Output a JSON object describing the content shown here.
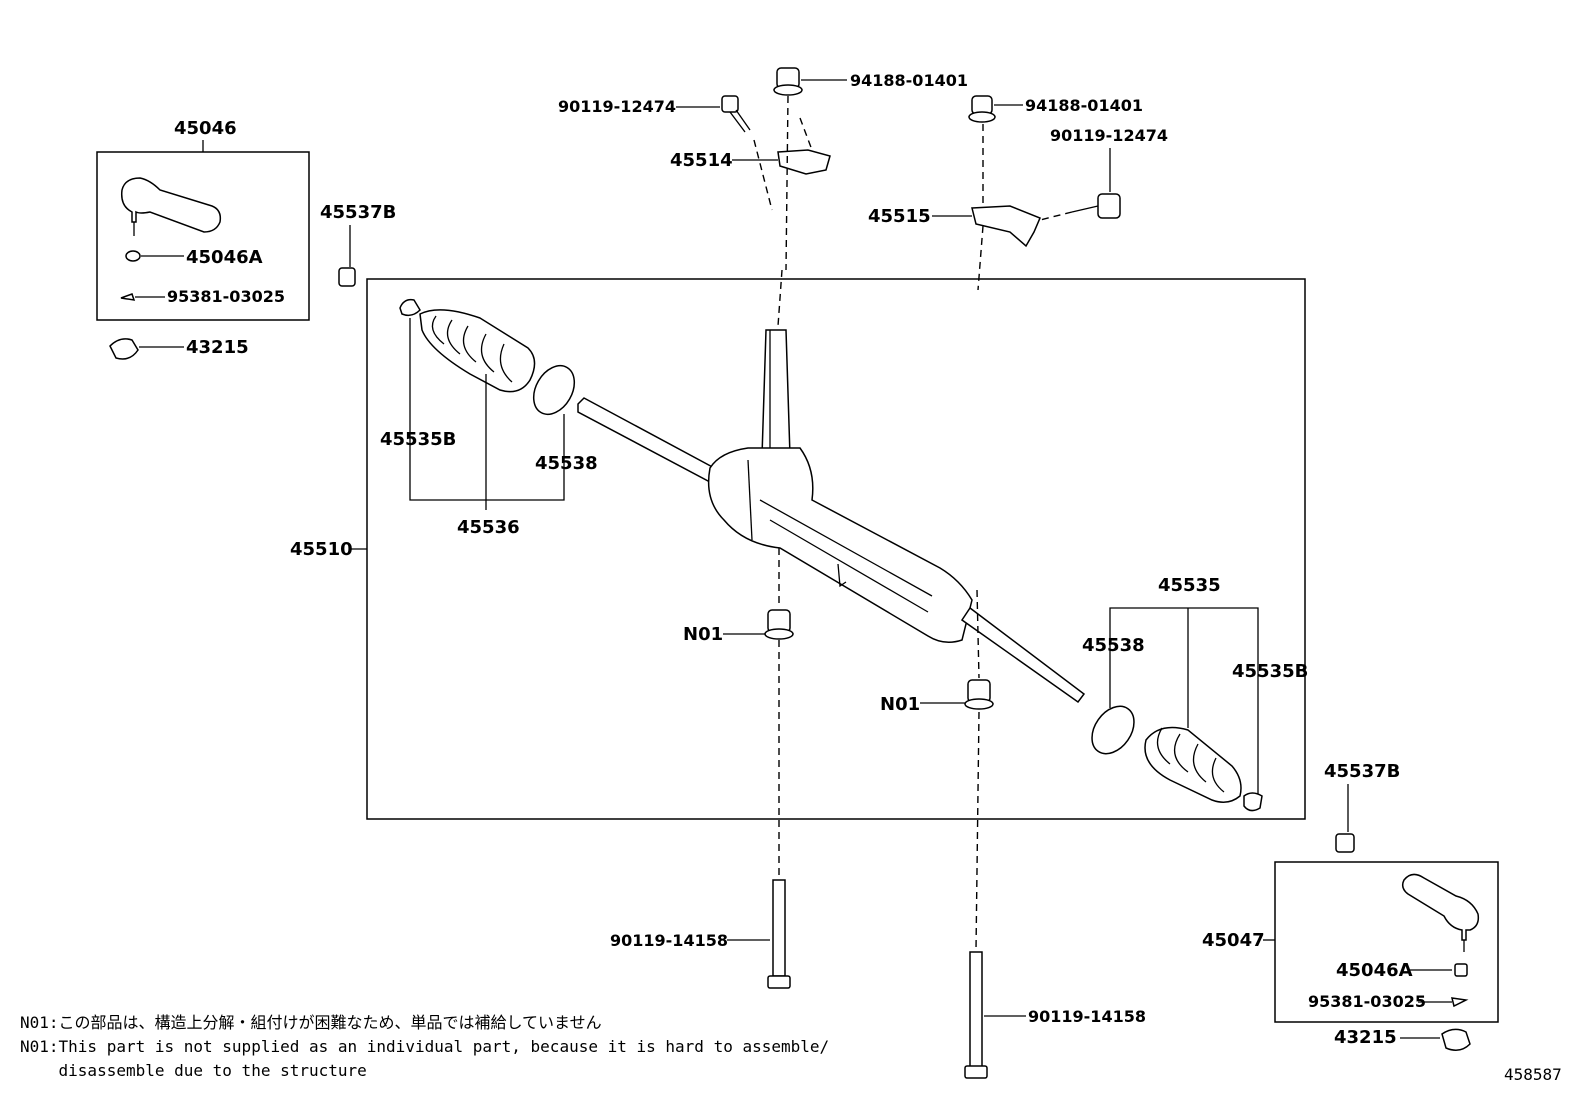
{
  "diagram_id": "458587",
  "labels": {
    "tie_rod_end_left_box": "45046",
    "tie_rod_end_left_nut": "45046A",
    "tie_rod_end_left_pin": "95381-03025",
    "knuckle_nut_left": "43215",
    "lock_nut_left": "45537B",
    "bracket_left_bolt": "90119-12474",
    "bracket_left_bushing": "94188-01401",
    "bracket_left": "45514",
    "bracket_right_bushing": "94188-01401",
    "bracket_right_bolt": "90119-12474",
    "bracket_right": "45515",
    "boot_clamp_left": "45535B",
    "boot_ring_left": "45538",
    "boot_set_left": "45536",
    "gear_assembly": "45510",
    "n01_left": "N01",
    "n01_right": "N01",
    "boot_set_right": "45535",
    "boot_ring_right": "45538",
    "boot_clamp_right": "45535B",
    "lock_nut_right": "45537B",
    "tie_rod_end_right_box": "45047",
    "tie_rod_end_right_nut": "45046A",
    "tie_rod_end_right_pin": "95381-03025",
    "knuckle_nut_right": "43215",
    "mount_bolt_left": "90119-14158",
    "mount_bolt_right": "90119-14158"
  },
  "notes": {
    "n01_ja": "N01:この部品は、構造上分解・組付けが困難なため、単品では補給していません",
    "n01_en_line1": "N01:This part is not supplied as an individual part, because it is hard to assemble/",
    "n01_en_line2": "    disassemble due to the structure"
  }
}
